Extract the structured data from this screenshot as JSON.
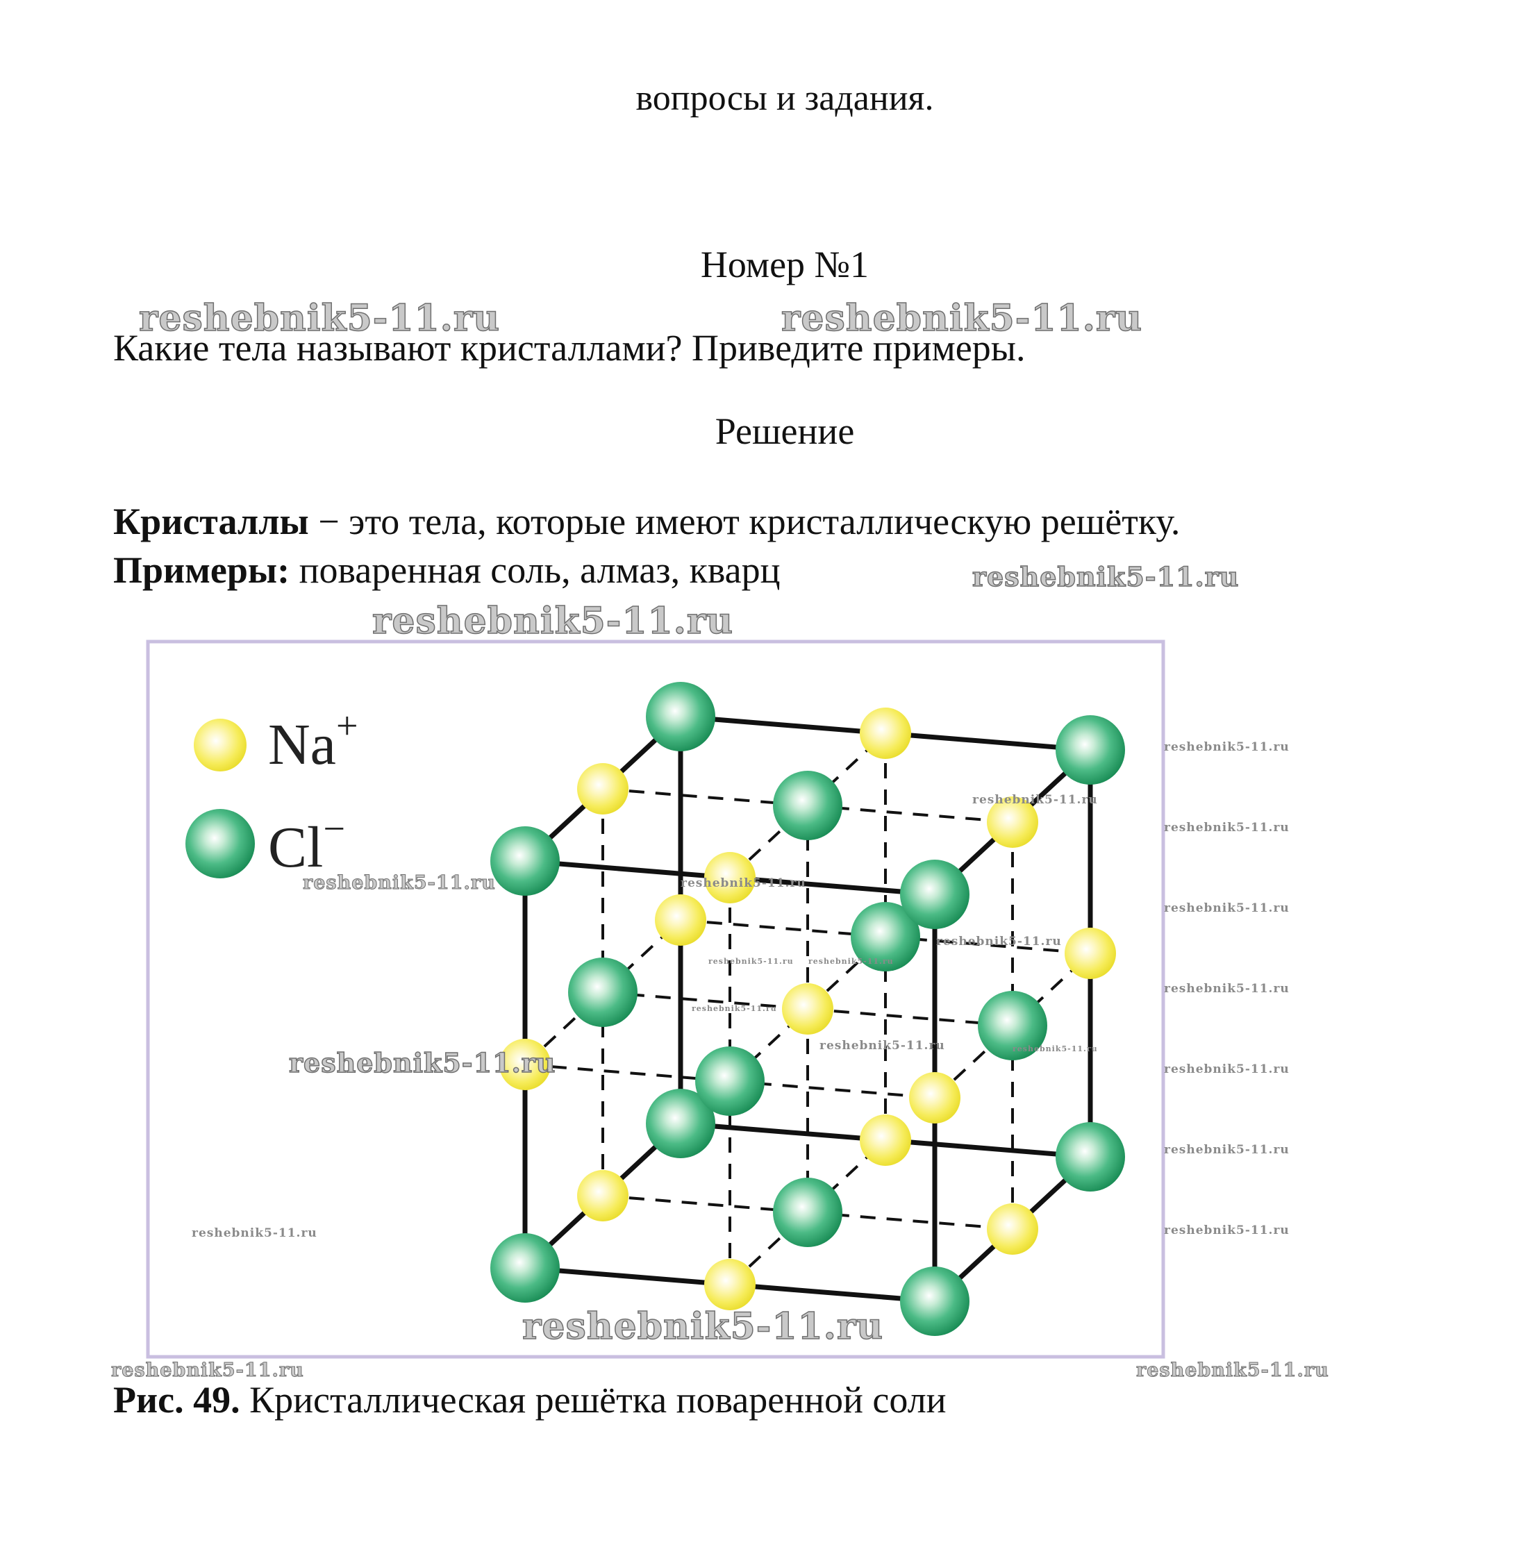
{
  "page": {
    "intro": "вопросы и задания.",
    "heading": "Номер №1",
    "question": "Какие тела называют кристаллами? Приведите примеры.",
    "solution_label": "Решение",
    "definition_term": "Кристаллы",
    "definition_text": " − это тела, которые имеют кристаллическую решётку.",
    "examples_term": "Примеры:",
    "examples_text": " поваренная соль, алмаз, кварц",
    "caption_label": "Рис. 49.",
    "caption_text": " Кристаллическая решётка поваренной соли"
  },
  "figure": {
    "legend": {
      "na_symbol": "Na",
      "na_charge": "+",
      "cl_symbol": "Cl",
      "cl_charge": "−"
    },
    "colors": {
      "na": "#f5e94a",
      "cl": "#1f9e63",
      "frame": "#c9bfe0"
    }
  },
  "watermark": "reshebnik5-11.ru"
}
